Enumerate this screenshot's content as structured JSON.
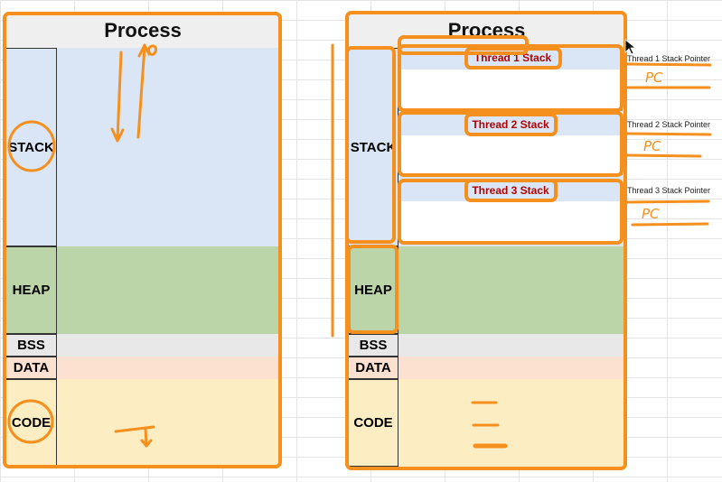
{
  "left_diagram": {
    "title": "Process",
    "segments": {
      "stack": "STACK",
      "heap": "HEAP",
      "bss": "BSS",
      "data": "DATA",
      "code": "CODE"
    }
  },
  "right_diagram": {
    "title": "Process",
    "segments": {
      "stack": "STACK",
      "heap": "HEAP",
      "bss": "BSS",
      "data": "DATA",
      "code": "CODE"
    },
    "threads": [
      {
        "label": "Thread 1 Stack",
        "pointer_label": "Thread 1 Stack Pointer",
        "pc_note": "PC"
      },
      {
        "label": "Thread 2 Stack",
        "pointer_label": "Thread 2 Stack Pointer",
        "pc_note": "PC"
      },
      {
        "label": "Thread 3 Stack",
        "pointer_label": "Thread 3 Stack Pointer",
        "pc_note": "PC"
      }
    ]
  },
  "colors": {
    "stack": "#dae6f6",
    "heap": "#bcd5a8",
    "bss": "#e8e8e8",
    "data": "#fce0d0",
    "code": "#fdedc2",
    "annotation": "#f5901e",
    "thread_label": "#b00000"
  }
}
